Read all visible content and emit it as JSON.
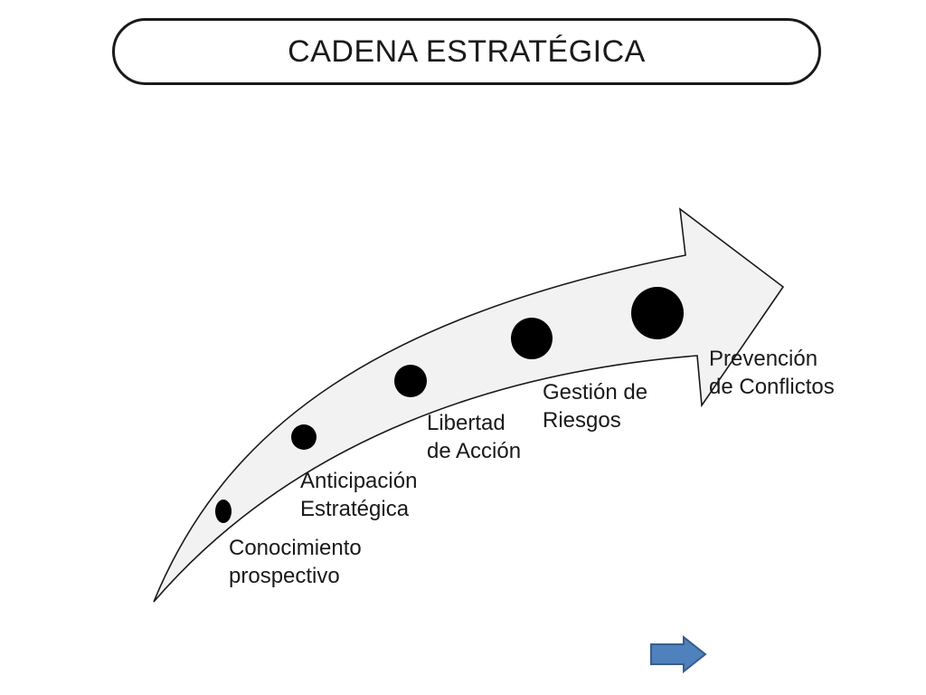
{
  "title": "CADENA ESTRATÉGICA",
  "steps": [
    {
      "line1": "Conocimiento",
      "line2": "prospectivo"
    },
    {
      "line1": "Anticipación",
      "line2": "Estratégica"
    },
    {
      "line1": "Libertad",
      "line2": "de Acción"
    },
    {
      "line1": "Gestión de",
      "line2": "Riesgos"
    },
    {
      "line1": "Prevención",
      "line2": "de Conflictos"
    }
  ],
  "colors": {
    "outline": "#1a1a1a",
    "arrow_fill": "#f2f2f2",
    "dot": "#000000",
    "nav_button": "#4f81bd"
  },
  "icons": {
    "next": "right-arrow-icon"
  }
}
